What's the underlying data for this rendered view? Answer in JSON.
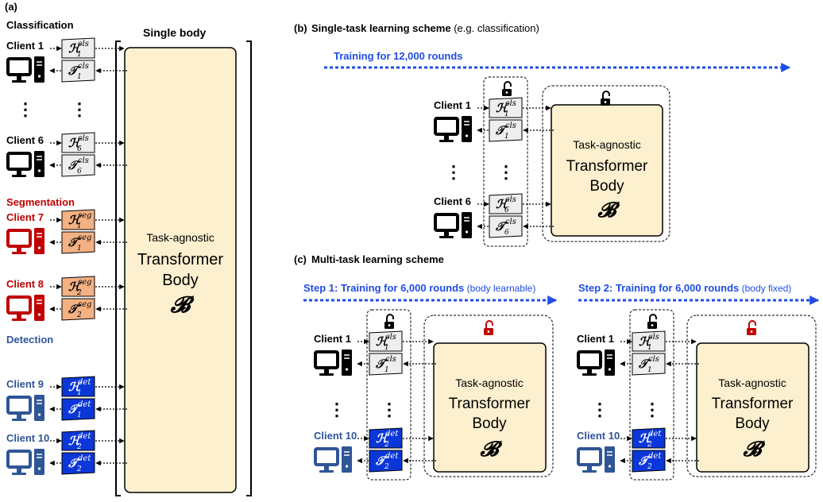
{
  "panel_a": {
    "label": "(a)",
    "single_body_title": "Single body",
    "groups": [
      {
        "title": "Classification",
        "color": "#000000"
      },
      {
        "title": "Segmentation",
        "color": "#c00000"
      },
      {
        "title": "Detection",
        "color": "#2f5597"
      }
    ],
    "clients": [
      {
        "name": "Client 1",
        "group": 0,
        "head": "ℋ",
        "tail": "𝒯",
        "sub": "1",
        "sup": "cls"
      },
      {
        "name": "Client 6",
        "group": 0,
        "head": "ℋ",
        "tail": "𝒯",
        "sub": "6",
        "sup": "cls"
      },
      {
        "name": "Client 7",
        "group": 1,
        "head": "ℋ",
        "tail": "𝒯",
        "sub": "1",
        "sup": "seg"
      },
      {
        "name": "Client 8",
        "group": 1,
        "head": "ℋ",
        "tail": "𝒯",
        "sub": "2",
        "sup": "seg"
      },
      {
        "name": "Client 9",
        "group": 2,
        "head": "ℋ",
        "tail": "𝒯",
        "sub": "1",
        "sup": "det"
      },
      {
        "name": "Client 10",
        "group": 2,
        "head": "ℋ",
        "tail": "𝒯",
        "sub": "2",
        "sup": "det"
      }
    ],
    "ellipsis": "⋮",
    "body": {
      "line1": "Task-agnostic",
      "line2": "Transformer",
      "line3": "Body",
      "symbol": "𝓑"
    }
  },
  "panel_b": {
    "label": "(b)",
    "title_bold": "Single-task learning scheme",
    "title_rest": " (e.g. classification)",
    "training_label": "Training for 12,000 rounds",
    "clients": [
      {
        "name": "Client 1",
        "sub": "1",
        "sup": "cls"
      },
      {
        "name": "Client 6",
        "sub": "6",
        "sup": "cls"
      }
    ],
    "body": {
      "line1": "Task-agnostic",
      "line2": "Transformer",
      "line3": "Body",
      "symbol": "𝓑"
    }
  },
  "panel_c": {
    "label": "(c)",
    "title_bold": "Multi-task learning scheme",
    "step1_bold": "Step 1: Training for 6,000 rounds",
    "step1_rest": " (body learnable)",
    "step2_bold": "Step 2: Training for 6,000 rounds",
    "step2_rest": " (body fixed)",
    "client_top": {
      "name": "Client 1",
      "sub": "1",
      "sup": "cls"
    },
    "client_bottom": {
      "name": "Client 10",
      "sub": "2",
      "sup": "det"
    },
    "body": {
      "line1": "Task-agnostic",
      "line2": "Transformer",
      "line3": "Body",
      "symbol": "𝓑"
    }
  },
  "colors": {
    "black": "#000000",
    "red": "#c00000",
    "blue_text": "#2f5597",
    "arrow_blue": "#1f4de6",
    "body_fill": "#fdf0cf",
    "cls_fill": "#eeeeee",
    "seg_fill": "#f4b183",
    "det_fill": "#0b37d9"
  },
  "icons": [
    "computer-icon",
    "unlocked-padlock-icon"
  ]
}
